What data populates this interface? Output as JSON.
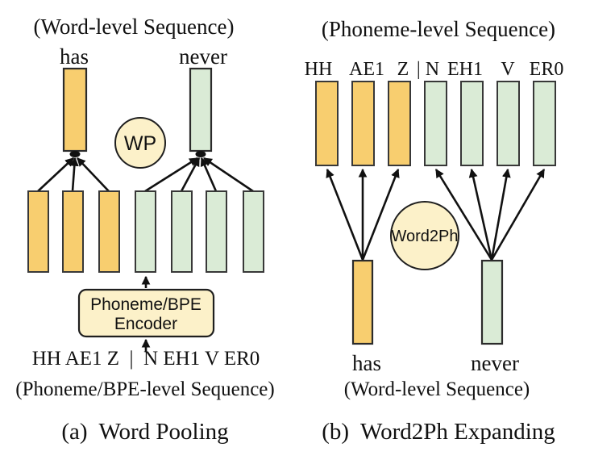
{
  "colors": {
    "orange_fill": "#F8CE6F",
    "green_fill": "#DAEBD6",
    "cream_fill": "#FCF1C9",
    "background": "#FFFFFF",
    "stroke": "#111111"
  },
  "panel_a": {
    "title": "(Word-level Sequence)",
    "word_has": "has",
    "word_never": "never",
    "operator_label": "WP",
    "encoder_line1": "Phoneme/BPE",
    "encoder_line2": "Encoder",
    "phoneme_sequence": "HH AE1 Z  |  N EH1 V ER0",
    "sequence_label": "(Phoneme/BPE-level Sequence)",
    "caption": "(a)  Word Pooling"
  },
  "panel_b": {
    "title": "(Phoneme-level Sequence)",
    "phoneme_labels": [
      "HH",
      "AE1",
      "Z",
      "| N",
      "EH1",
      "V",
      "ER0"
    ],
    "operator_label": "Word2Ph",
    "word_has": "has",
    "word_never": "never",
    "sequence_label": "(Word-level Sequence)",
    "caption": "(b)  Word2Ph Expanding"
  }
}
